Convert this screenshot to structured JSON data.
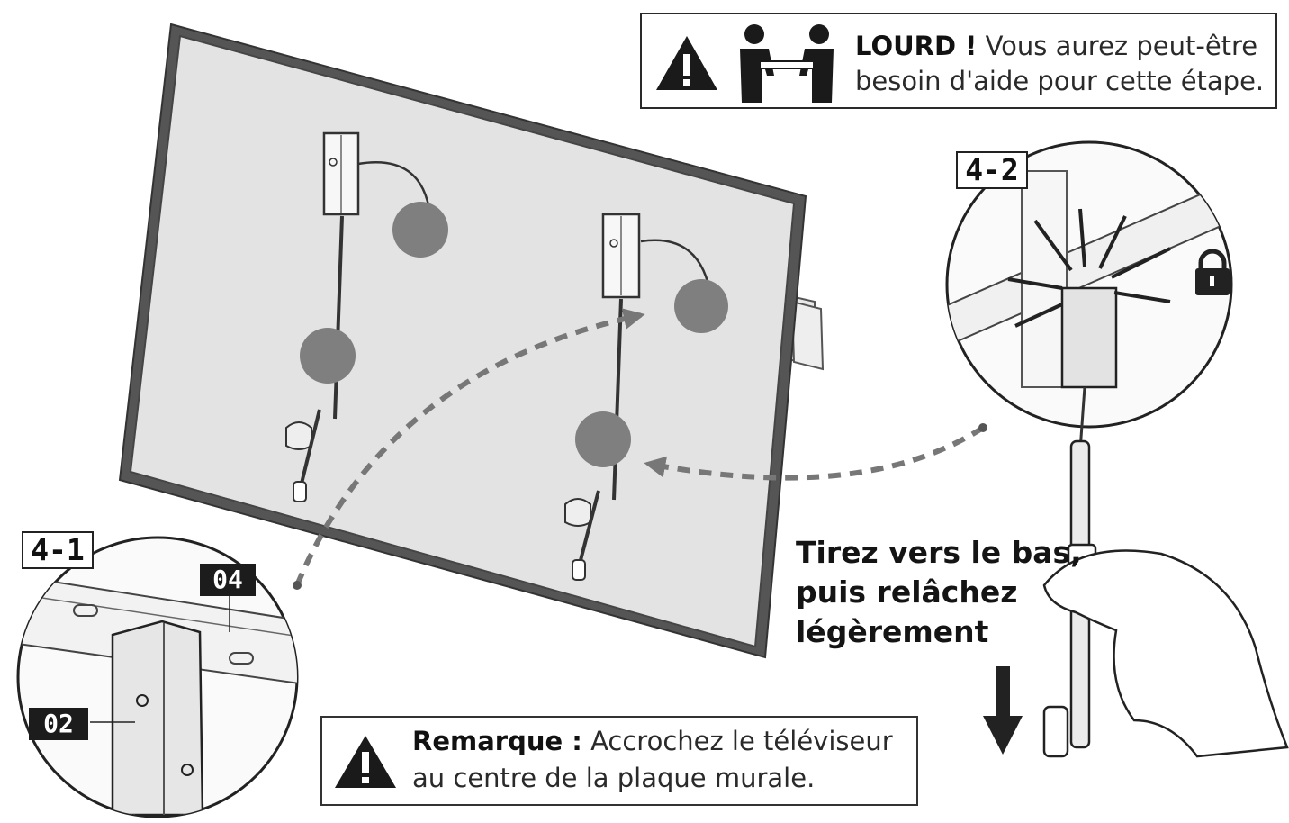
{
  "warning_box": {
    "bold": "LOURD !",
    "text": " Vous aurez peut-être besoin d'aide pour cette étape.",
    "icons": [
      "warning-triangle-icon",
      "two-person-lift-icon"
    ]
  },
  "steps": {
    "step_4_1": "4-1",
    "step_4_2": "4-2"
  },
  "parts": {
    "part_04": "04",
    "part_02": "02"
  },
  "instruction": {
    "line1": "Tirez vers le bas,",
    "line2": "puis relâchez",
    "line3": "légèrement"
  },
  "note_box": {
    "bold": "Remarque :",
    "text": "  Accrochez le téléviseur au centre de la plaque murale.",
    "icon": "warning-triangle-icon"
  },
  "icons": {
    "lock": "lock-icon",
    "arrow": "down-arrow-icon"
  },
  "colors": {
    "ink": "#1a1a1a",
    "marker": "#7f7f7f",
    "dashed": "#777777"
  }
}
